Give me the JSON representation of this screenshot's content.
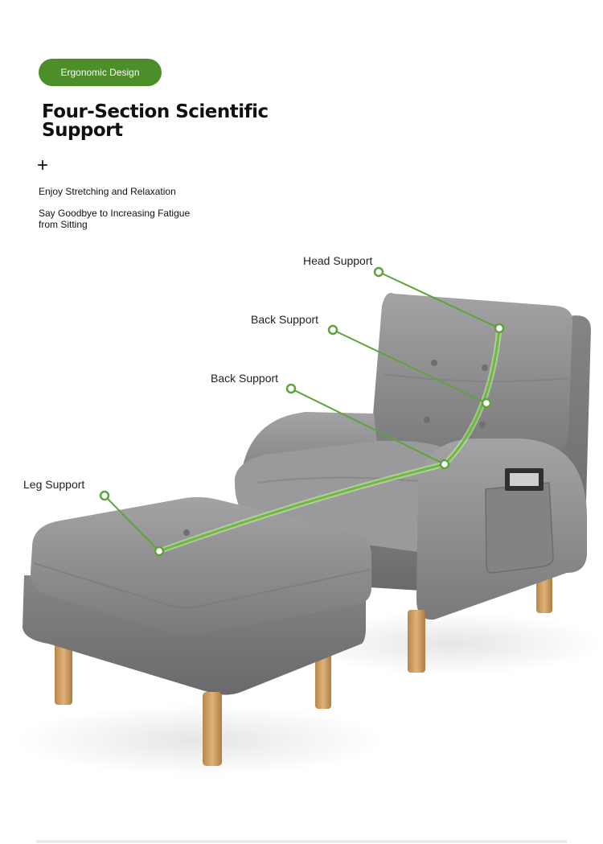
{
  "badge": {
    "label": "Ergonomic Design"
  },
  "heading": {
    "title": "Four-Section Scientific Support",
    "plus_symbol": "+"
  },
  "subtitle": {
    "line1": "Enjoy Stretching and Relaxation",
    "line2": "Say Goodbye to Increasing Fatigue from Sitting"
  },
  "callouts": {
    "head": "Head Support",
    "back_upper": "Back Support",
    "back_lower": "Back Support",
    "leg": "Leg Support"
  },
  "colors": {
    "accent_green": "#4c8f2a",
    "line_green": "#5fa33a",
    "fabric_gray": "#8e8e90",
    "wood": "#c99a5b"
  }
}
